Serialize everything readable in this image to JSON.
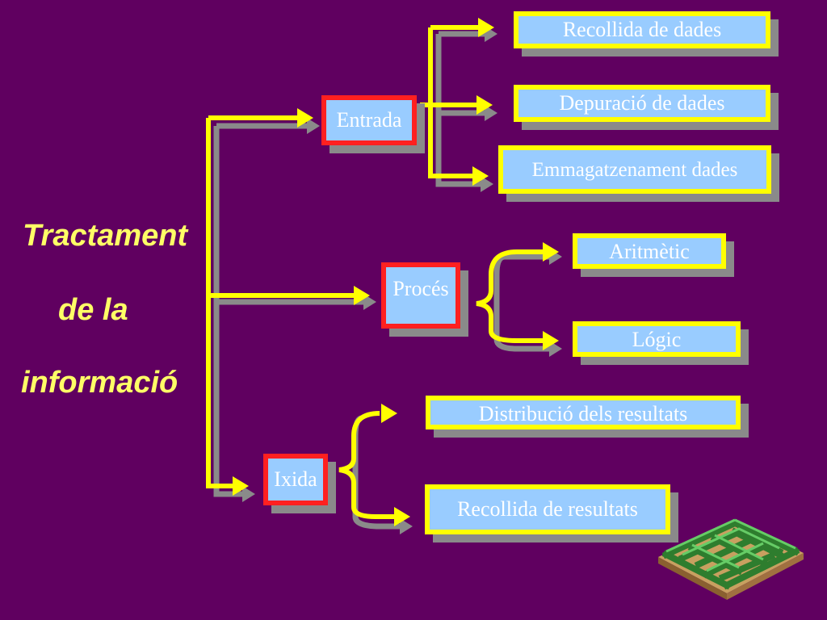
{
  "title": [
    "Tractament",
    "de la",
    "informació"
  ],
  "nodes": {
    "entrada": "Entrada",
    "proces": "Procés",
    "ixida": "Ixida",
    "recollida_dades": "Recollida de dades",
    "depuracio_dades": "Depuració de dades",
    "emmagatzenament": "Emmagatzenament dades",
    "aritmetic": "Aritmètic",
    "logic": "Lógic",
    "distribucio": "Distribució dels resultats",
    "recollida_resultats": "Recollida de resultats"
  },
  "colors": {
    "background": "#600060",
    "connector": "#ffff00",
    "box_fill": "#99ccff",
    "box_border": "#ffff00",
    "stage_border": "#ff2020",
    "title": "#ffff66",
    "shadow": "#8a8a8a"
  },
  "decoration": "maze-icon"
}
